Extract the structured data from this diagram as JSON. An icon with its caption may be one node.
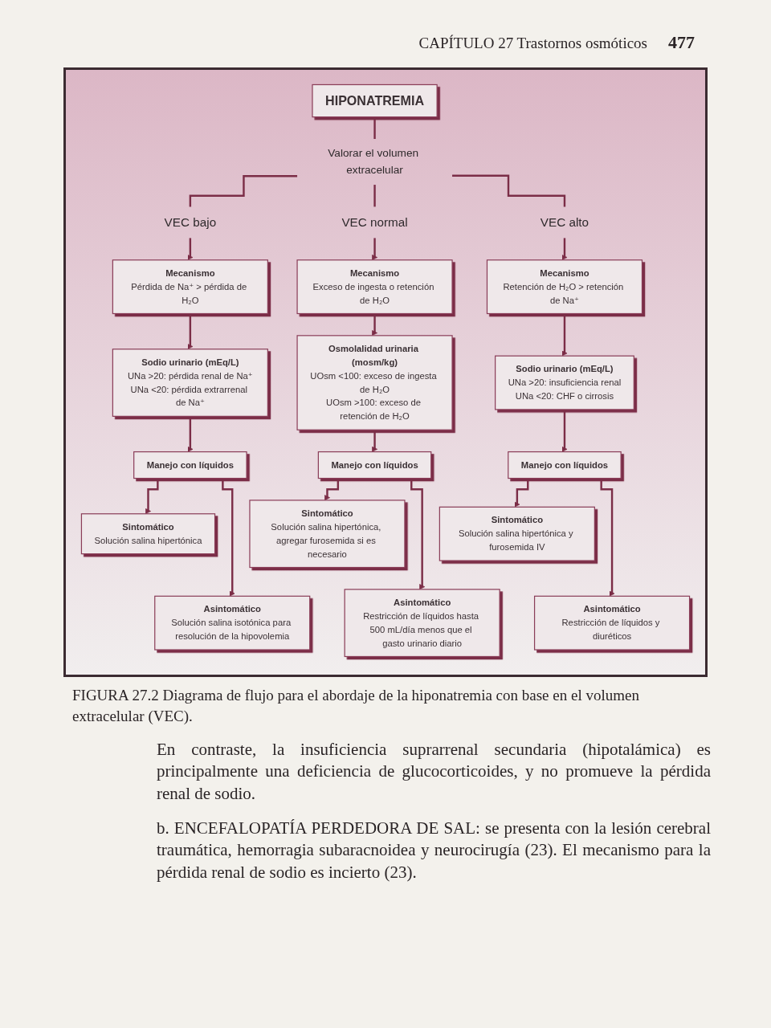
{
  "diagram": {
    "caption": "FIGURA 27.2 Diagrama de flujo para el abordaje de la hiponatremia con base en el volumen extracelular (VEC).",
    "nodes": [
      {
        "text": [
          "HIPONATREMIA"
        ]
      },
      {
        "text": [
          "Valorar el volumen extracelular"
        ]
      },
      {
        "text": [
          "VEC bajo"
        ]
      },
      {
        "text": [
          "VEC normal"
        ]
      },
      {
        "text": [
          "VEC alto"
        ]
      },
      {
        "text": [
          "Mecanismo",
          "Pérdida de Na⁺ > pérdida de H₂O"
        ]
      },
      {
        "text": [
          "Mecanismo",
          "Exceso de ingesta o retención de H₂O"
        ]
      },
      {
        "text": [
          "Mecanismo",
          "Retención de H₂O > retención de Na⁺"
        ]
      },
      {
        "text": [
          "Sodio urinario (mEq/L)",
          "UNa >20: pérdida renal de Na⁺",
          "UNa <20: pérdida extrarrenal de Na⁺"
        ]
      },
      {
        "text": [
          "Osmolalidad urinaria (mosm/kg)",
          "UOsm <100: exceso de ingesta de H₂O",
          "UOsm >100: exceso de retención de H₂O"
        ]
      },
      {
        "text": [
          "Sodio urinario (mEq/L)",
          "UNa >20: insuficiencia renal",
          "UNa <20: CHF o cirrosis"
        ]
      },
      {
        "text": [
          "Manejo con líquidos"
        ]
      },
      {
        "text": [
          "Manejo con líquidos"
        ]
      },
      {
        "text": [
          "Manejo con líquidos"
        ]
      },
      {
        "text": [
          "Sintomático",
          "Solución salina hipertónica"
        ]
      },
      {
        "text": [
          "Sintomático",
          "Solución salina hipertónica, agregar furosemida si es necesario"
        ]
      },
      {
        "text": [
          "Sintomático",
          "Solución salina hipertónica y furosemida IV"
        ]
      },
      {
        "text": [
          "Asintomático",
          "Solución salina isotónica para resolución de la hipovolemia"
        ]
      },
      {
        "text": [
          "Asintomático",
          "Restricción de líquidos hasta 500 mL/día menos que el gasto urinario diario"
        ]
      },
      {
        "text": [
          "Asintomático",
          "Restricción de líquidos y diuréticos"
        ]
      }
    ],
    "edges": [
      {
        "from": 0,
        "to": 1,
        "arrow": "none"
      },
      {
        "from": 1,
        "to": 2,
        "arrow": "none"
      },
      {
        "from": 1,
        "to": 3,
        "arrow": "none"
      },
      {
        "from": 1,
        "to": 4,
        "arrow": "none"
      },
      {
        "from": 2,
        "to": 5,
        "arrow": "to"
      },
      {
        "from": 3,
        "to": 6,
        "arrow": "to"
      },
      {
        "from": 4,
        "to": 7,
        "arrow": "to"
      },
      {
        "from": 5,
        "to": 8,
        "arrow": "to"
      },
      {
        "from": 6,
        "to": 9,
        "arrow": "to"
      },
      {
        "from": 7,
        "to": 10,
        "arrow": "to"
      },
      {
        "from": 8,
        "to": 11,
        "arrow": "to"
      },
      {
        "from": 9,
        "to": 12,
        "arrow": "to"
      },
      {
        "from": 10,
        "to": 13,
        "arrow": "to"
      },
      {
        "from": 11,
        "to": 14,
        "arrow": "to"
      },
      {
        "from": 11,
        "to": 17,
        "arrow": "to"
      },
      {
        "from": 12,
        "to": 15,
        "arrow": "to"
      },
      {
        "from": 12,
        "to": 18,
        "arrow": "to"
      },
      {
        "from": 13,
        "to": 16,
        "arrow": "to"
      },
      {
        "from": 13,
        "to": 19,
        "arrow": "to"
      }
    ],
    "labels": [
      "CAPÍTULO 27 Trastornos osmóticos",
      "477",
      "En contraste, la insuficiencia suprarrenal secundaria (hipotalámica) es principalmente una deficiencia de glucocorticoides, y no promueve la pérdida renal de sodio.",
      "b. ENCEFALOPATÍA PERDEDORA DE SAL: se presenta con la lesión cerebral traumática, hemorragia subaracnoidea y neurocirugía (23). El mecanismo para la pérdida renal de sodio es incierto (23)."
    ]
  }
}
